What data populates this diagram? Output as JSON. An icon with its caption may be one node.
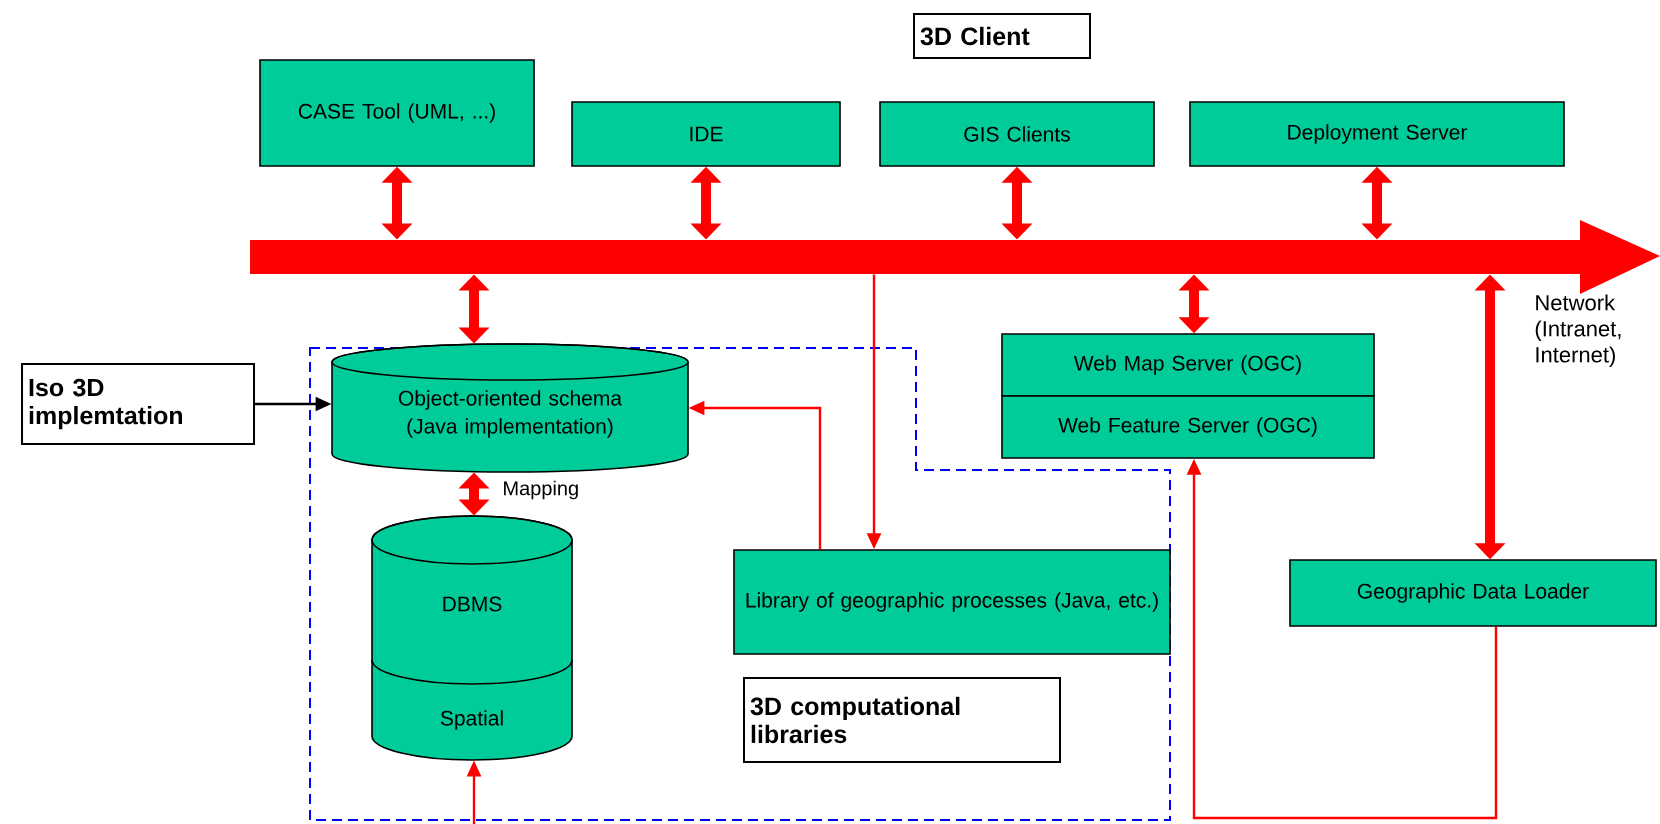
{
  "diagram": {
    "nodes": [
      {
        "text": [
          "3D Client"
        ]
      },
      {
        "text": [
          "CASE Tool (UML, ...)"
        ]
      },
      {
        "text": [
          "IDE"
        ]
      },
      {
        "text": [
          "GIS Clients"
        ]
      },
      {
        "text": [
          "Deployment Server"
        ]
      },
      {
        "text": [],
        "shape": "bar",
        "beside": [
          "Network (Intranet, Internet)"
        ]
      },
      {
        "text": [],
        "shape": "box"
      },
      {
        "text": [
          "Iso 3D implemtation"
        ]
      },
      {
        "text": [
          "Object-oriented schema (Java implementation)"
        ],
        "in": 6
      },
      {
        "text": [
          "DBMS",
          "Spatial"
        ],
        "in": 6
      },
      {
        "text": [
          "Library of geographic processes (Java, etc.)"
        ],
        "in": 6
      },
      {
        "text": [
          "3D computational libraries"
        ],
        "in": 6
      },
      {
        "text": [
          "Web Map Server (OGC)"
        ]
      },
      {
        "text": [
          "Web Feature Server (OGC)"
        ]
      },
      {
        "text": [
          "Geographic Data Loader"
        ]
      }
    ],
    "edges": [
      {
        "from": 1,
        "to": 5,
        "arrow": "both"
      },
      {
        "from": 2,
        "to": 5,
        "arrow": "both"
      },
      {
        "from": 3,
        "to": 5,
        "arrow": "both"
      },
      {
        "from": 4,
        "to": 5,
        "arrow": "both"
      },
      {
        "from": 5,
        "to": 8,
        "arrow": "both"
      },
      {
        "from": 5,
        "to": 12,
        "arrow": "both"
      },
      {
        "from": 5,
        "to": 10,
        "arrow": "to"
      },
      {
        "from": 14,
        "to": 5,
        "arrow": "both"
      },
      {
        "from": 8,
        "to": 9,
        "arrow": "both",
        "label": "Mapping"
      },
      {
        "from": 10,
        "to": 8,
        "arrow": "to"
      },
      {
        "from": 7,
        "to": 8,
        "arrow": "to",
        "color": "#000000"
      },
      {
        "from": 14,
        "to": 13,
        "arrow": "to"
      },
      {
        "from": null,
        "to": 9,
        "arrow": "to"
      }
    ]
  }
}
